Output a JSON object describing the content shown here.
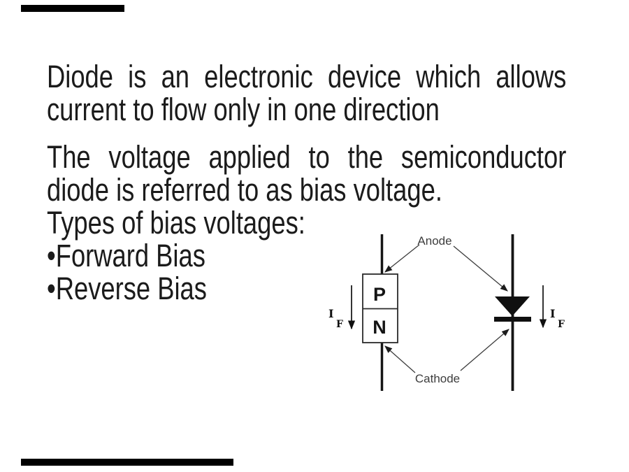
{
  "slide": {
    "paragraphs": [
      "Diode is an electronic device which allows current to flow only in one direction",
      "The voltage applied to the semiconductor diode is referred to as bias voltage."
    ],
    "types_heading": "Types of bias voltages:",
    "bullets": [
      "•Forward Bias",
      "•Reverse Bias"
    ]
  },
  "diagram": {
    "anode_label": "Anode",
    "cathode_label": "Cathode",
    "p_region_label": "P",
    "n_region_label": "N",
    "forward_current_symbol": "I",
    "forward_current_subscript": "F"
  },
  "colors": {
    "background": "#ffffff",
    "text": "#1b1b1b",
    "diagram_line": "#151515",
    "diagram_label": "#3d3d3d",
    "redaction_bar": "#000000"
  }
}
